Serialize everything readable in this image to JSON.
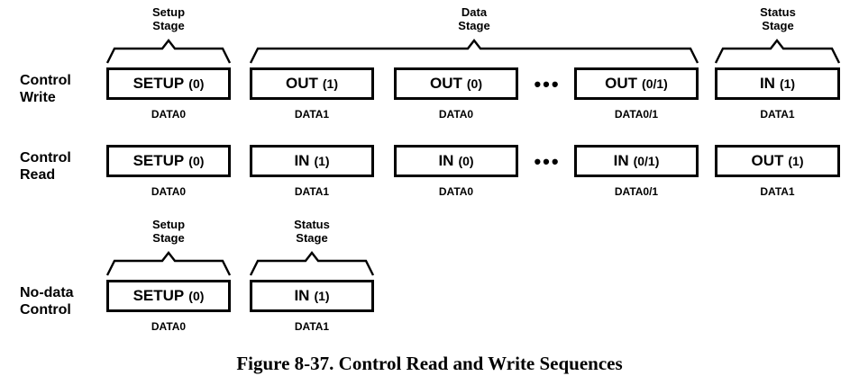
{
  "figure": {
    "caption": "Figure 8-37.  Control Read and Write Sequences",
    "ellipsis": "•••"
  },
  "stages": {
    "setup": "Setup\nStage",
    "data": "Data\nStage",
    "status": "Status\nStage"
  },
  "rows": [
    {
      "label": "Control\nWrite",
      "packets": [
        {
          "name": "SETUP",
          "toggle": "(0)",
          "data": "DATA0"
        },
        {
          "name": "OUT",
          "toggle": "(1)",
          "data": "DATA1"
        },
        {
          "name": "OUT",
          "toggle": "(0)",
          "data": "DATA0"
        },
        {
          "name": "OUT",
          "toggle": "(0/1)",
          "data": "DATA0/1"
        },
        {
          "name": "IN",
          "toggle": "(1)",
          "data": "DATA1"
        }
      ]
    },
    {
      "label": "Control\nRead",
      "packets": [
        {
          "name": "SETUP",
          "toggle": "(0)",
          "data": "DATA0"
        },
        {
          "name": "IN",
          "toggle": "(1)",
          "data": "DATA1"
        },
        {
          "name": "IN",
          "toggle": "(0)",
          "data": "DATA0"
        },
        {
          "name": "IN",
          "toggle": "(0/1)",
          "data": "DATA0/1"
        },
        {
          "name": "OUT",
          "toggle": "(1)",
          "data": "DATA1"
        }
      ]
    },
    {
      "label": "No-data\nControl",
      "packets": [
        {
          "name": "SETUP",
          "toggle": "(0)",
          "data": "DATA0"
        },
        {
          "name": "IN",
          "toggle": "(1)",
          "data": "DATA1"
        }
      ]
    }
  ],
  "colors": {
    "ink": "#000000",
    "paper": "#ffffff"
  }
}
